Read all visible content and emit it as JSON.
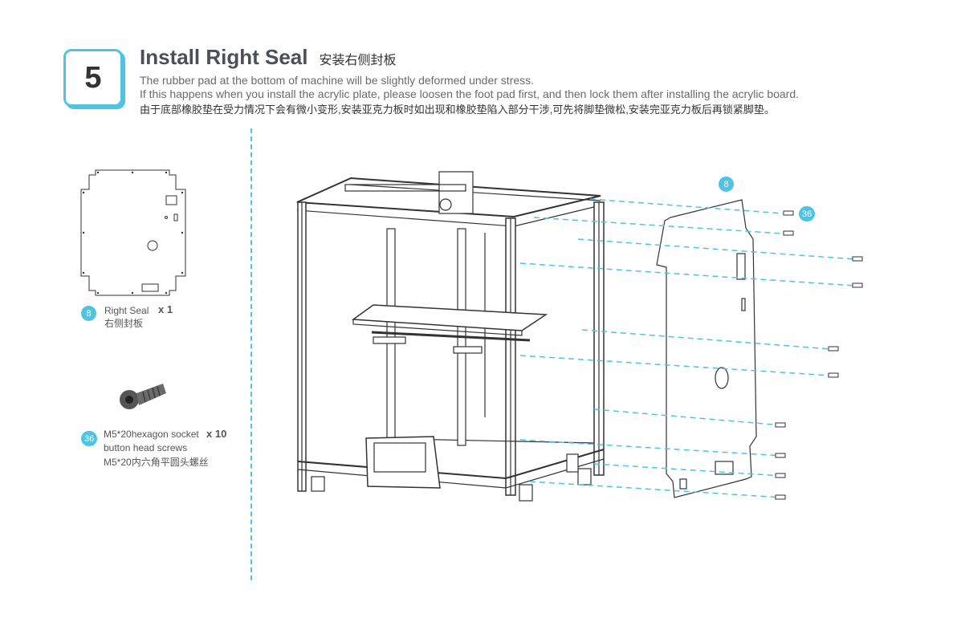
{
  "step": {
    "number": "5"
  },
  "title": {
    "en": "Install Right Seal",
    "zh": "安装右侧封板"
  },
  "description": {
    "line1": "The rubber pad at the bottom of machine will be slightly deformed under stress.",
    "line2": "If this happens when you install the acrylic plate, please loosen the foot pad first, and then lock them after installing the acrylic board.",
    "line3": "由于底部橡胶垫在受力情况下会有微小变形,安装亚克力板时如出现和橡胶垫陷入部分干涉,可先将脚垫微松,安装完亚克力板后再锁紧脚垫。"
  },
  "parts": [
    {
      "badge": "8",
      "name_en": "Right Seal",
      "name_zh": "右侧封板",
      "qty": "x 1"
    },
    {
      "badge": "36",
      "name_en_1": "M5*20hexagon socket",
      "name_en_2": "button head screws",
      "name_zh": "M5*20内六角平圆头螺丝",
      "qty": "x 10"
    }
  ],
  "callouts": {
    "panel": "8",
    "screws": "36"
  },
  "colors": {
    "accent": "#4fc3e4",
    "line": "#333333"
  },
  "icons": [
    "right-seal-panel-diagram",
    "screw-icon",
    "printer-frame-illustration"
  ]
}
